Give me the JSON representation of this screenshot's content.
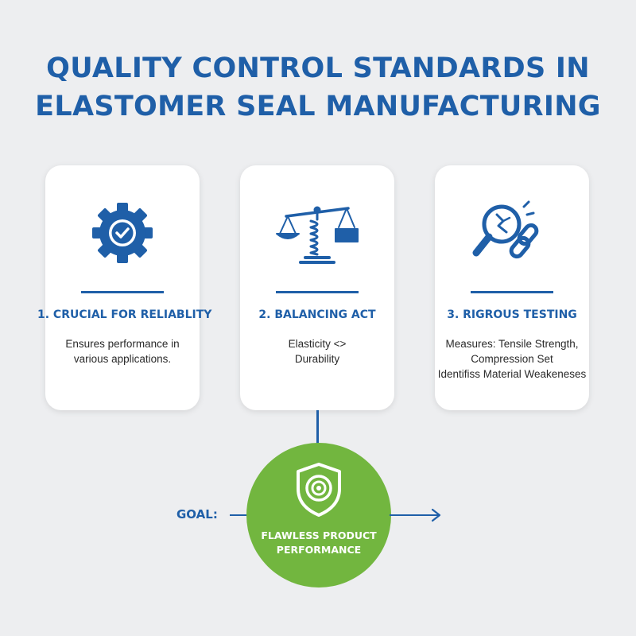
{
  "title": {
    "line1": "QUALITY CONTROL STANDARDS IN",
    "line2": "ELASTOMER SEAL MANUFACTURING"
  },
  "colors": {
    "primary_blue": "#1f5fa8",
    "goal_green": "#72b63f",
    "background": "#edeef0",
    "card": "#ffffff"
  },
  "cards": [
    {
      "icon": "gear-check-icon",
      "heading": "1. CRUCIAL FOR RELIABLITY",
      "body": [
        "Ensures performance in",
        "various applications."
      ]
    },
    {
      "icon": "balance-scale-spring-icon",
      "heading": "2. BALANCING ACT",
      "body": [
        "Elasticity <>",
        "Durability"
      ]
    },
    {
      "icon": "magnifier-chain-icon",
      "heading": "3. RIGROUS TESTING",
      "body": [
        "Measures: Tensile Strength,",
        "Compression Set",
        "Identifiss Material Weakeneses"
      ]
    }
  ],
  "goal": {
    "label": "GOAL:",
    "icon": "shield-target-icon",
    "text": [
      "FLAWLESS PRODUCT",
      "PERFORMANCE"
    ]
  }
}
